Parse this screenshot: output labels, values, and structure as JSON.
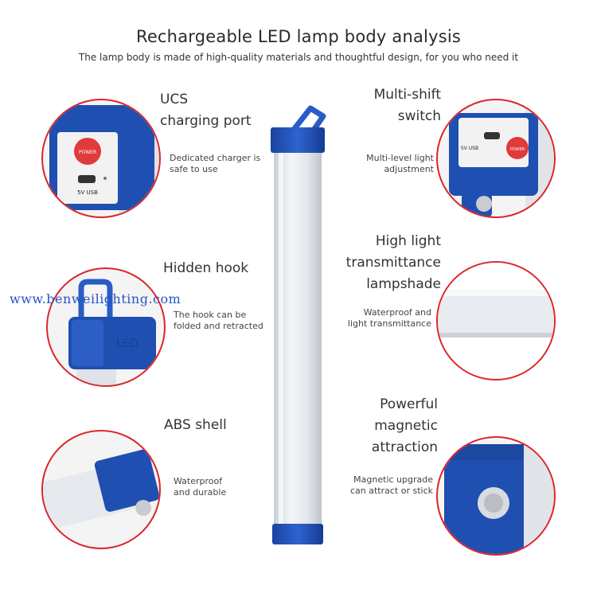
{
  "header": {
    "title": "Rechargeable LED lamp body analysis",
    "subtitle": "The lamp body is made of high-quality materials and thoughtful design, for you who need it"
  },
  "features": {
    "ucs": {
      "title_line1": "UCS",
      "title_line2": "charging port",
      "desc_line1": "Dedicated charger is",
      "desc_line2": "safe to use",
      "label_power": "POWER",
      "label_usb": "5V USB"
    },
    "switch": {
      "title_line1": "Multi-shift",
      "title_line2": "switch",
      "desc_line1": "Multi-level light",
      "desc_line2": "adjustment",
      "label_power": "POWER",
      "label_usb": "5V USB"
    },
    "hook": {
      "title": "Hidden hook",
      "desc_line1": "The hook can be",
      "desc_line2": "folded and retracted",
      "label_led": "LED"
    },
    "shade": {
      "title_line1": "High light",
      "title_line2": "transmittance",
      "title_line3": "lampshade",
      "desc_line1": "Waterproof and",
      "desc_line2": "light transmittance"
    },
    "abs": {
      "title": "ABS shell",
      "desc_line1": "Waterproof",
      "desc_line2": "and durable"
    },
    "magnet": {
      "title_line1": "Powerful",
      "title_line2": "magnetic",
      "title_line3": "attraction",
      "desc_line1": "Magnetic upgrade",
      "desc_line2": "can attract or stick"
    }
  },
  "watermark": "www.benweilighting.com",
  "colors": {
    "blue": "#1f4fb0",
    "red": "#d9262a",
    "shade": "#e9ecf1"
  }
}
